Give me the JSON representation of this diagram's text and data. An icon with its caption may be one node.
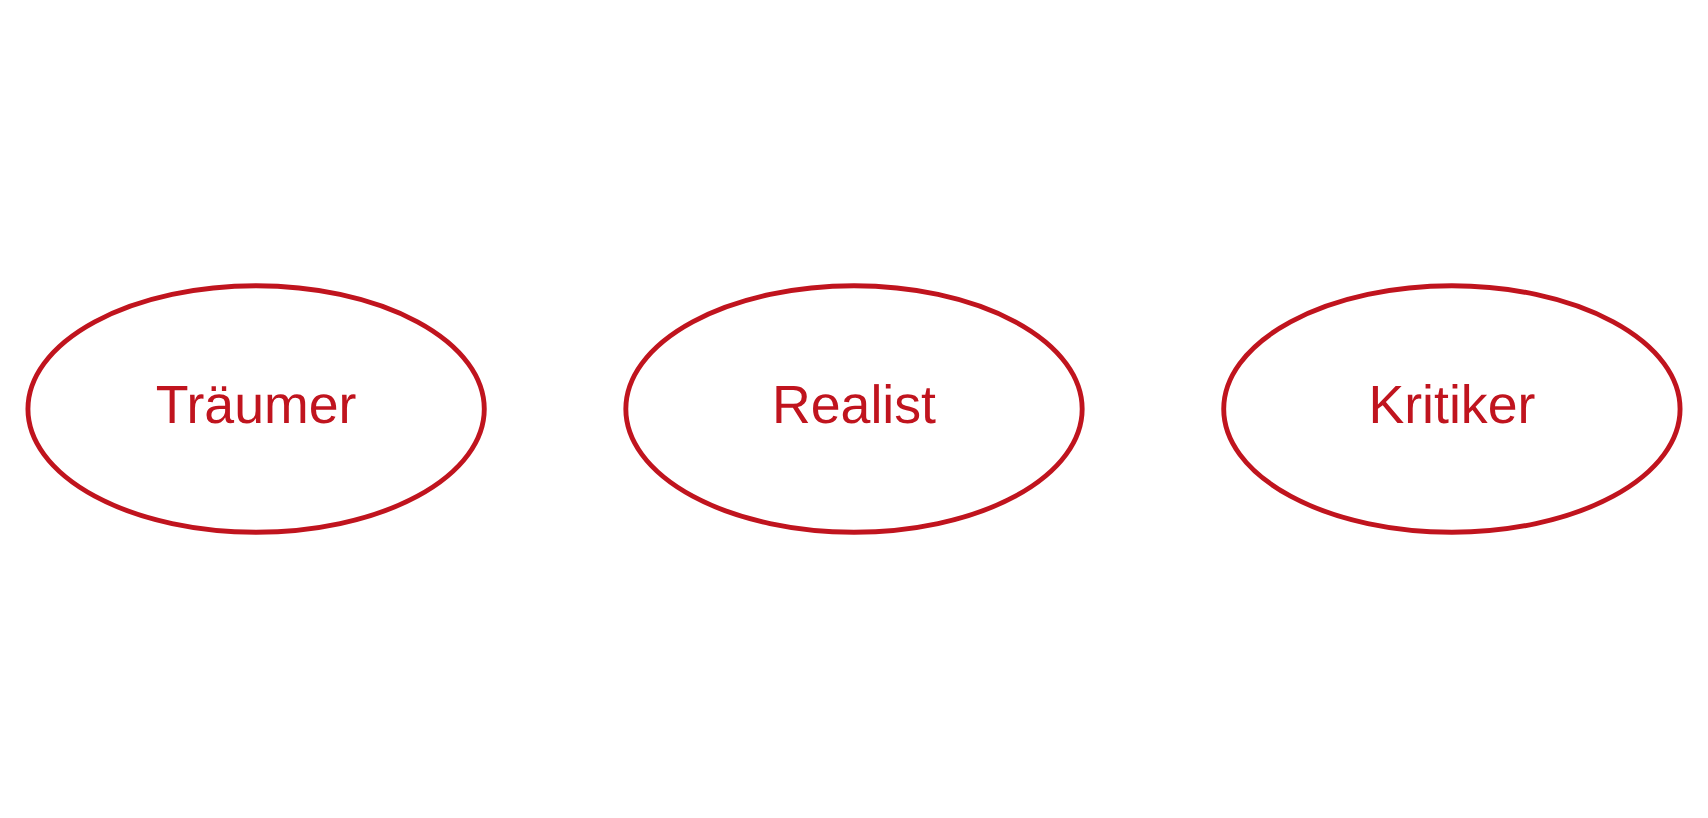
{
  "diagram": {
    "nodes": [
      {
        "text": [
          "Träumer"
        ]
      },
      {
        "text": [
          "Realist"
        ]
      },
      {
        "text": [
          "Kritiker"
        ]
      }
    ]
  }
}
